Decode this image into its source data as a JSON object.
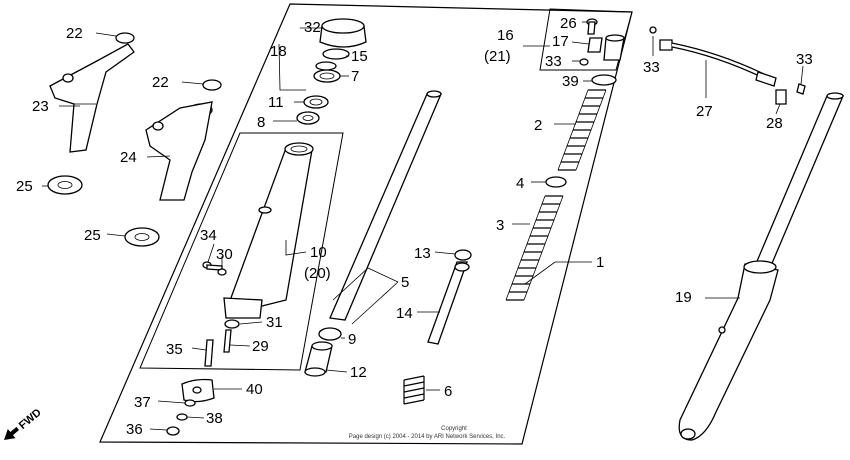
{
  "labels": {
    "l22a": "22",
    "l23": "23",
    "l22b": "22",
    "l24": "24",
    "l25a": "25",
    "l25b": "25",
    "l32": "32",
    "l18": "18",
    "l15": "15",
    "l7": "7",
    "l11": "11",
    "l8": "8",
    "l34": "34",
    "l30": "30",
    "l10": "10",
    "l20": "(20)",
    "l31": "31",
    "l35": "35",
    "l29": "29",
    "l40": "40",
    "l37": "37",
    "l38": "38",
    "l36": "36",
    "l5": "5",
    "l9": "9",
    "l12": "12",
    "l13": "13",
    "l14": "14",
    "l6": "6",
    "l16": "16",
    "l21": "(21)",
    "l26": "26",
    "l17": "17",
    "l33a": "33",
    "l39": "39",
    "l2": "2",
    "l4": "4",
    "l3": "3",
    "l1": "1",
    "l33b": "33",
    "l27": "27",
    "l33c": "33",
    "l28": "28",
    "l19": "19"
  },
  "fwd_label": "FWD",
  "copyright_line1": "Copyright",
  "copyright_line2": "Page design (c) 2004 - 2014 by ARI Network Services, Inc."
}
